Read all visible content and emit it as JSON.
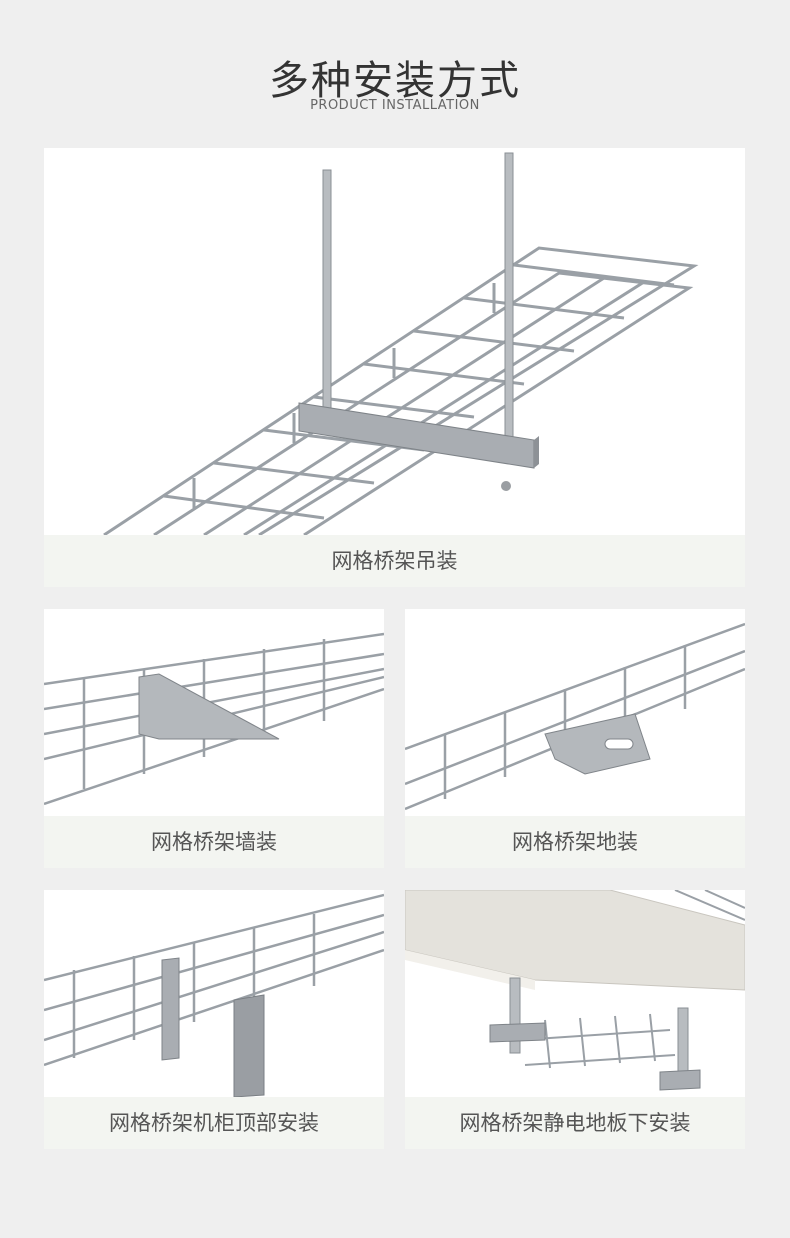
{
  "header": {
    "title": "多种安装方式",
    "subtitle": "PRODUCT INSTALLATION"
  },
  "cards": [
    {
      "caption": "网格桥架吊装"
    },
    {
      "caption": "网格桥架墙装"
    },
    {
      "caption": "网格桥架地装"
    },
    {
      "caption": "网格桥架机柜顶部安装"
    },
    {
      "caption": "网格桥架静电地板下安装"
    }
  ]
}
